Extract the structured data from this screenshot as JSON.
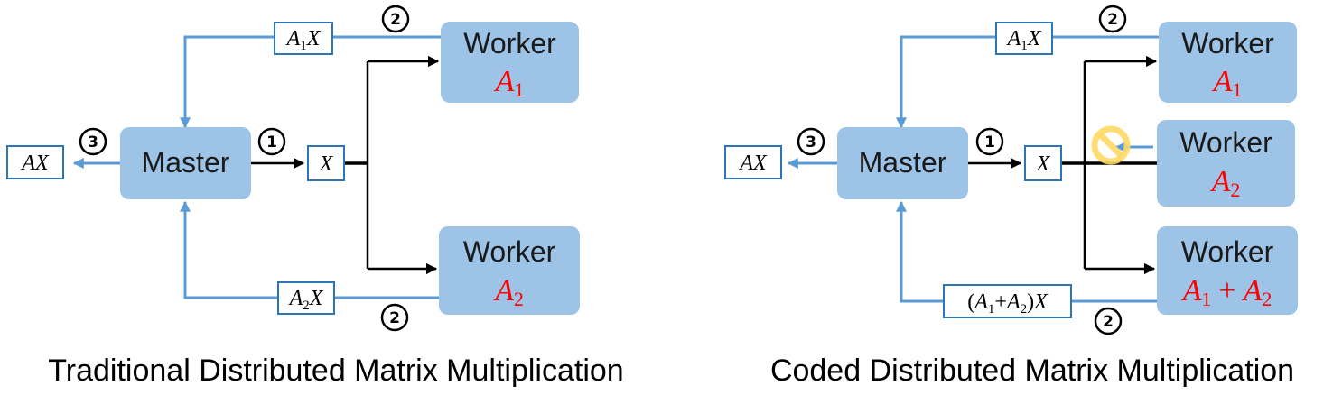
{
  "left": {
    "caption": "Traditional Distributed Matrix Multiplication",
    "master": "Master",
    "input": "X",
    "output": "AX",
    "result_top": {
      "a": "A",
      "sub": "1",
      "x": "X"
    },
    "result_bottom": {
      "a": "A",
      "sub": "2",
      "x": "X"
    },
    "worker1": {
      "title": "Worker",
      "a": "A",
      "sub": "1"
    },
    "worker2": {
      "title": "Worker",
      "a": "A",
      "sub": "2"
    },
    "steps": {
      "send": "1",
      "compute": "2",
      "decode": "3"
    }
  },
  "right": {
    "caption": "Coded Distributed Matrix Multiplication",
    "master": "Master",
    "input": "X",
    "output": "AX",
    "result_top": {
      "a": "A",
      "sub": "1",
      "x": "X"
    },
    "result_bottom": {
      "open": "(",
      "a1": "A",
      "sub1": "1",
      "plus": "+",
      "a2": "A",
      "sub2": "2",
      "close": ")",
      "x": "X"
    },
    "worker1": {
      "title": "Worker",
      "a": "A",
      "sub": "1"
    },
    "worker2": {
      "title": "Worker",
      "a": "A",
      "sub": "2"
    },
    "worker3": {
      "title": "Worker",
      "a1": "A",
      "sub1": "1",
      "plus": "+",
      "a2": "A",
      "sub2": "2"
    },
    "steps": {
      "send": "1",
      "compute": "2",
      "decode": "3"
    }
  },
  "colors": {
    "node_fill": "#9dc3e6",
    "blue_arrow": "#5b9bd5",
    "label_border": "#2e75b6",
    "matrix_text": "#ff0000",
    "straggler_icon": "#ffd966"
  },
  "icons": {
    "straggler": "no-entry-icon"
  }
}
